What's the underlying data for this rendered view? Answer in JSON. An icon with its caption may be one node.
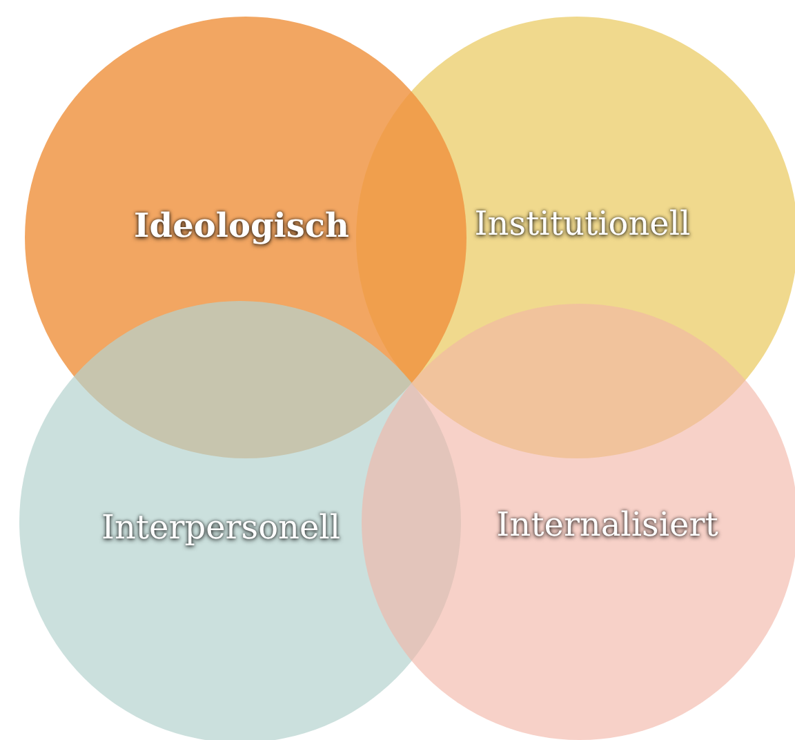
{
  "diagram": {
    "nodes": [
      {
        "text": [
          "Ideologisch"
        ]
      },
      {
        "text": [
          "Institutionell"
        ]
      },
      {
        "text": [
          "Interpersonell"
        ]
      },
      {
        "text": [
          "Internalisiert"
        ]
      }
    ]
  }
}
